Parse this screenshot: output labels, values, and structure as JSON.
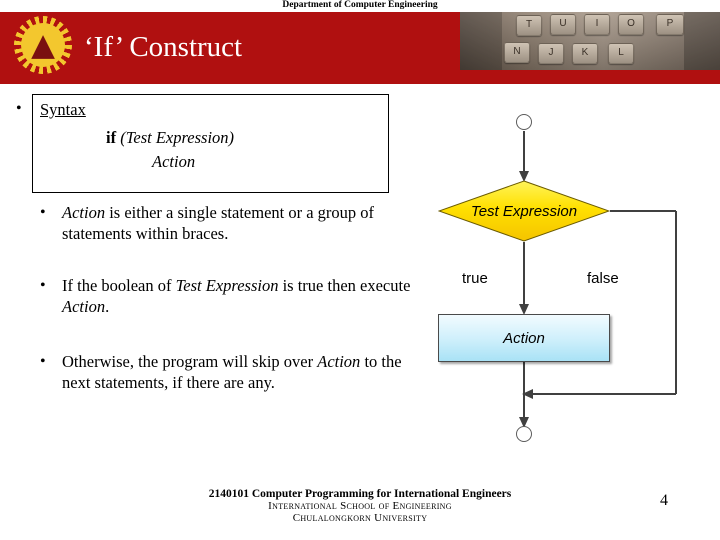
{
  "header": {
    "department": "Department of Computer Engineering",
    "title": "‘If’ Construct",
    "keyboard_keys": [
      "T",
      "U",
      "I",
      "O",
      "P",
      "N",
      "J",
      "K",
      "L"
    ],
    "band_color": "#b01010"
  },
  "content": {
    "syntax": {
      "label": "Syntax",
      "keyword": "if",
      "condition": "(Test Expression)",
      "body": "Action"
    },
    "bullets": [
      {
        "id": "action-definition",
        "parts": [
          {
            "text": "Action",
            "style": "italic"
          },
          {
            "text": " is either a single statement or a group of statements within braces.",
            "style": "normal"
          }
        ]
      },
      {
        "id": "boolean-true",
        "parts": [
          {
            "text": "If the boolean of ",
            "style": "normal"
          },
          {
            "text": "Test Expression",
            "style": "italic"
          },
          {
            "text": " is true then execute ",
            "style": "normal"
          },
          {
            "text": "Action",
            "style": "italic"
          },
          {
            "text": ".",
            "style": "normal"
          }
        ]
      },
      {
        "id": "boolean-false",
        "parts": [
          {
            "text": "Otherwise, the program will skip over ",
            "style": "normal"
          },
          {
            "text": "Action",
            "style": "italic"
          },
          {
            "text": " to the next statements, if there are any.",
            "style": "normal"
          }
        ]
      }
    ]
  },
  "flowchart": {
    "start_node": "start",
    "decision": "Test Expression",
    "decision_color": "#ffd800",
    "branch_true": "true",
    "branch_false": "false",
    "action": "Action",
    "action_color": "#b7e6f7",
    "end_node": "end"
  },
  "footer": {
    "line1": "2140101 Computer Programming for International Engineers",
    "line2": "International School of Engineering",
    "line3": "Chulalongkorn University",
    "page_number": "4"
  }
}
